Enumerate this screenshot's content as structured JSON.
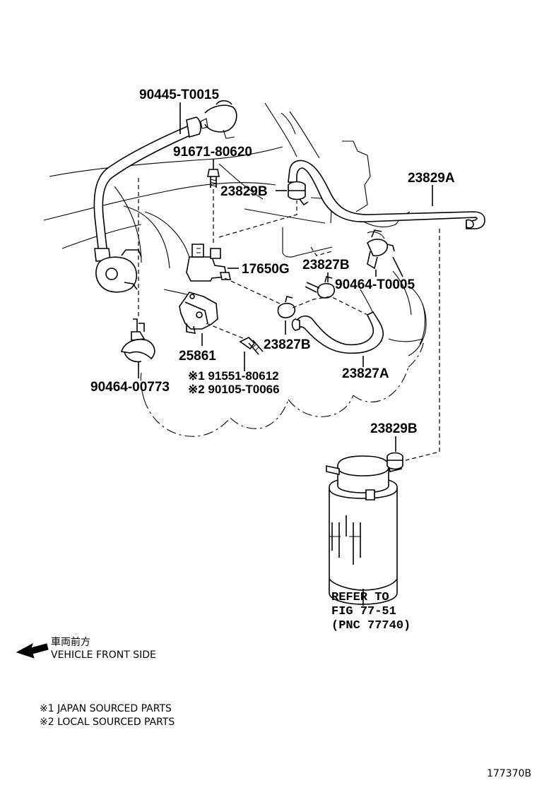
{
  "part_labels": {
    "p90445_t0015": "90445-T0015",
    "p91671_80620": "91671-80620",
    "p23829b_top": "23829B",
    "p23829a": "23829A",
    "p17650g": "17650G",
    "p23827b_right": "23827B",
    "p90464_t0005": "90464-T0005",
    "p23827b_mid": "23827B",
    "p25861": "25861",
    "p23827a": "23827A",
    "p90464_00773": "90464-00773",
    "p91551_80612": "※1 91551-80612",
    "p90105_t0066": "※2 90105-T0066",
    "p23829b_bottom": "23829B"
  },
  "reference": {
    "line1": "REFER TO",
    "line2": "FIG 77-51",
    "line3": "(PNC 77740)"
  },
  "direction": {
    "japanese": "車両前方",
    "english": "VEHICLE FRONT SIDE"
  },
  "footnotes": {
    "note1": "※1 JAPAN SOURCED PARTS",
    "note2": "※2 LOCAL SOURCED PARTS"
  },
  "diagram_id": "177370B",
  "icons": {
    "direction_arrow": "arrow-left-icon"
  }
}
